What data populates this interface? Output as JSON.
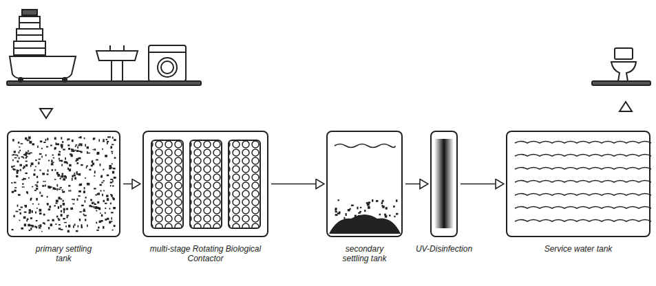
{
  "diagram": {
    "nodes": [
      {
        "text": [
          "primary settling tank"
        ]
      },
      {
        "text": [
          "multi-stage Rotating Biological Contactor"
        ]
      },
      {
        "text": [
          "secondary settling tank"
        ]
      },
      {
        "text": [
          "UV-Disinfection"
        ]
      },
      {
        "text": [
          "Service water tank"
        ]
      }
    ],
    "edges": [
      {
        "from": 0,
        "to": 1,
        "arrow": "to"
      },
      {
        "from": 1,
        "to": 2,
        "arrow": "to"
      },
      {
        "from": 2,
        "to": 3,
        "arrow": "to"
      },
      {
        "from": 3,
        "to": 4,
        "arrow": "to"
      }
    ]
  }
}
